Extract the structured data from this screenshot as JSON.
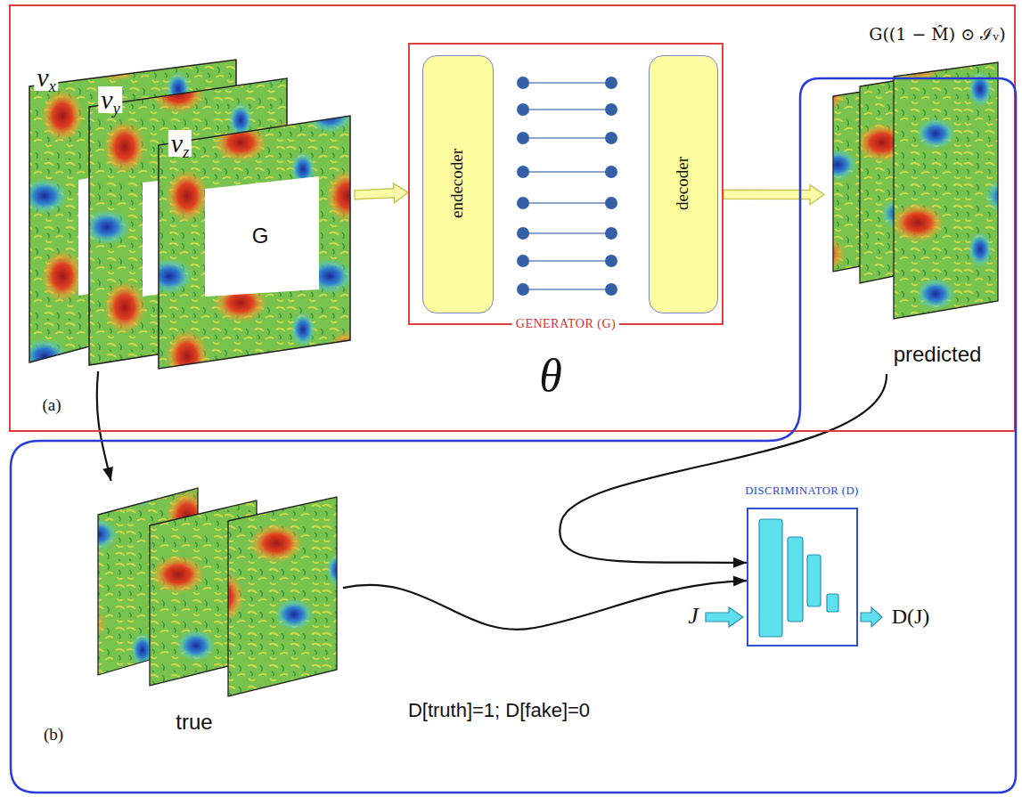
{
  "diagram": {
    "nodes": [
      {
        "text": [
          "(a)"
        ]
      },
      {
        "text": [
          "vx",
          "vy",
          "vz",
          "G"
        ],
        "in": 0
      },
      {
        "text": [
          "GENERATOR (G)"
        ],
        "in": 0
      },
      {
        "text": [
          "endecoder"
        ],
        "in": 2
      },
      {
        "text": [
          "decoder"
        ],
        "in": 2
      },
      {
        "text": [
          "(b)"
        ]
      },
      {
        "text": [
          "G((1 − M̂) ⊙ ℐᵥ)",
          "predicted"
        ],
        "in": 5
      },
      {
        "text": [
          "true"
        ],
        "in": 5
      },
      {
        "text": [
          "DISCRIMINATOR (D)"
        ],
        "in": 5
      }
    ],
    "edges": [
      {
        "from": 1,
        "to": 2,
        "arrow": "to"
      },
      {
        "from": 2,
        "to": 6,
        "arrow": "to"
      },
      {
        "from": 1,
        "to": 7,
        "arrow": "to"
      },
      {
        "from": 6,
        "to": 8,
        "arrow": "to"
      },
      {
        "from": 7,
        "to": 8,
        "arrow": "to"
      }
    ],
    "labels": [
      "θ",
      "J",
      "D(J)",
      "D[truth]=1; D[fake]=0"
    ]
  }
}
